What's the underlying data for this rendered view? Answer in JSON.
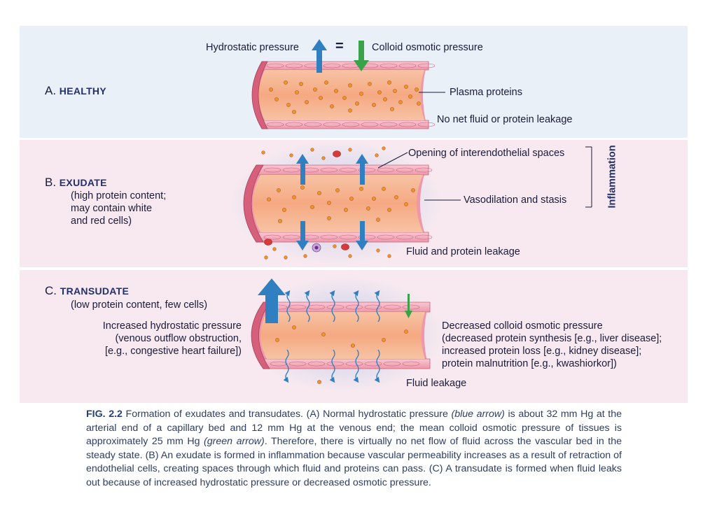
{
  "top": {
    "hydrostatic": "Hydrostatic pressure",
    "equals": "=",
    "colloid": "Colloid osmotic pressure"
  },
  "panel_a": {
    "letter": "A.",
    "title": "HEALTHY",
    "plasma_label": "Plasma proteins",
    "no_leak_label": "No net fluid or protein leakage"
  },
  "panel_b": {
    "letter": "B.",
    "title": "EXUDATE",
    "desc1": "(high protein content;",
    "desc2": "may contain white",
    "desc3": "and red cells)",
    "opening_label": "Opening of interendothelial spaces",
    "vasodilation_label": "Vasodilation and stasis",
    "leak_label": "Fluid and protein leakage",
    "inflammation": "Inflammation"
  },
  "panel_c": {
    "letter": "C.",
    "title": "TRANSUDATE",
    "desc": "(low protein content, few cells)",
    "left1": "Increased hydrostatic pressure",
    "left2": "(venous outflow obstruction,",
    "left3": "[e.g., congestive heart failure])",
    "right1": "Decreased colloid osmotic pressure",
    "right2": "(decreased protein synthesis [e.g., liver disease];",
    "right3": "increased protein loss [e.g., kidney disease];",
    "right4": "protein malnutrition [e.g., kwashiorkor])",
    "leak_label": "Fluid leakage"
  },
  "caption": {
    "fig": "FIG. 2.2",
    "p1": " Formation of exudates and transudates. (A) Normal hydrostatic pressure ",
    "i1": "(blue arrow)",
    "p2": " is about 32 mm Hg at the arterial end of a capillary bed and 12 mm Hg at the venous end; the mean colloid osmotic pressure of tissues is approximately 25 mm Hg ",
    "i2": "(green arrow)",
    "p3": ". Therefore, there is virtually no net flow of fluid across the vascular bed in the steady state. (B) An exudate is formed in inflammation because vascular permeability increases as a result of retraction of endothelial cells, creating spaces through which fluid and proteins can pass. (C) A transudate is formed when fluid leaks out because of increased hydrostatic pressure or decreased osmotic pressure."
  },
  "colors": {
    "panel_blue": "#eaf0f8",
    "panel_pink": "#f7e9ef",
    "vessel_wall": "#f2a7b6",
    "lumen": "#f6b690",
    "protein": "#f0922f",
    "rbc": "#d63a3a",
    "blue_arrow": "#2f7fc1",
    "green_arrow": "#3aa34a"
  },
  "icons": {
    "up": "blue-arrow-up-icon",
    "down": "green-arrow-down-icon"
  }
}
